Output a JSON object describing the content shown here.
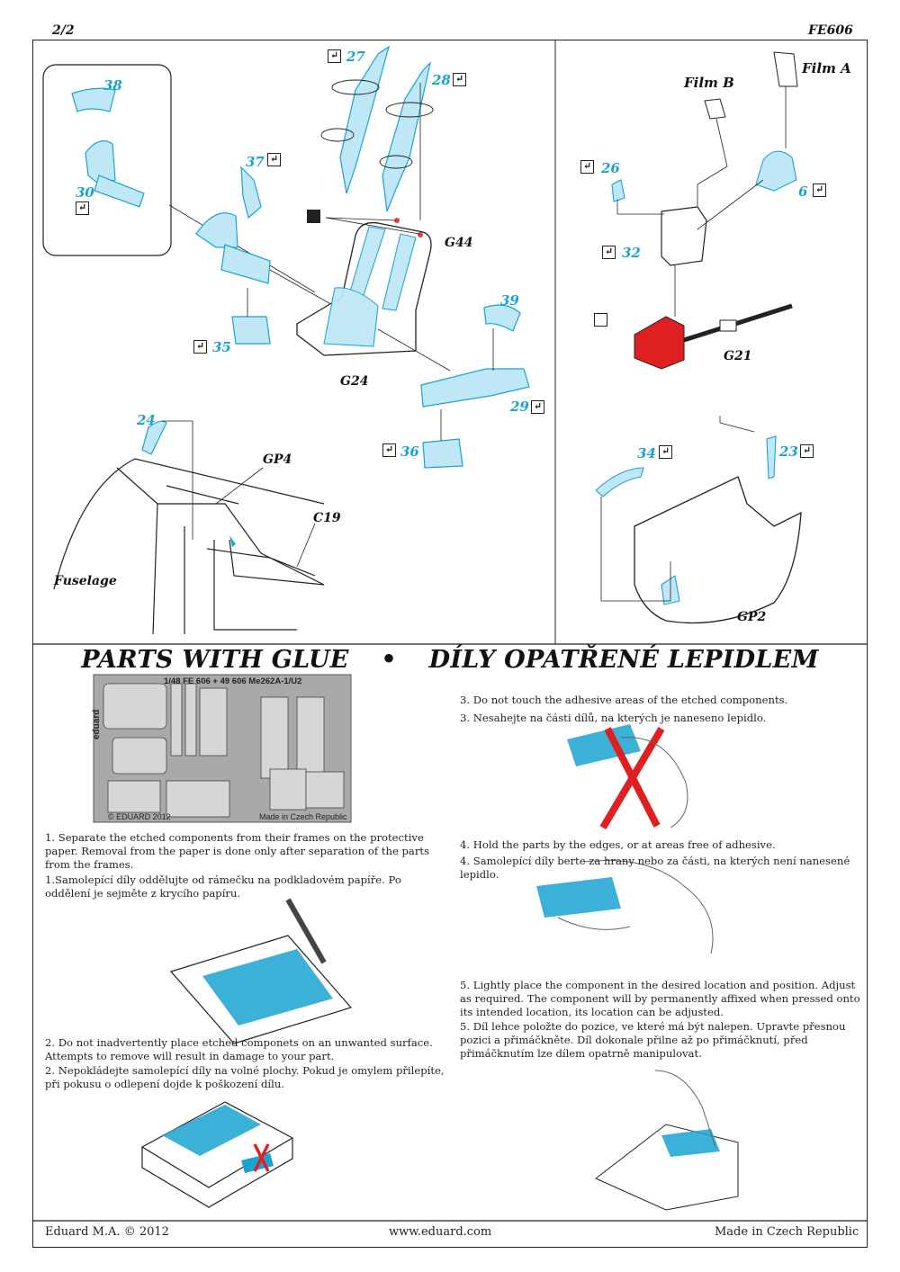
{
  "header": {
    "page": "2/2",
    "code": "FE606"
  },
  "diagram": {
    "parts": [
      "38",
      "30",
      "27",
      "28",
      "37",
      "35",
      "39",
      "29",
      "36",
      "24",
      "26",
      "6",
      "32",
      "34",
      "23"
    ],
    "labels": {
      "film_a": "Film A",
      "film_b": "Film B",
      "g44": "G44",
      "g24": "G24",
      "g21": "G21",
      "gp4": "GP4",
      "c19": "C19",
      "fuselage": "Fuselage",
      "gp2": "GP2"
    }
  },
  "glue_section": {
    "title_en": "PARTS WITH GLUE",
    "separator": "•",
    "title_cz": "DÍLY OPATŘENÉ LEPIDLEM",
    "fret": {
      "header": "1/48    FE 606 + 49 606   Me262A-1/U2",
      "brand": "eduard",
      "copyright": "© EDUARD 2012",
      "made_in": "Made in Czech Republic"
    },
    "steps": [
      {
        "en": "1. Separate the etched components from their frames on the protective paper. Removal from the paper is done only after separation of the parts from the frames.",
        "cz": "1.Samolepící díly oddělujte od rámečku na podkladovém papíře. Po oddělení je sejměte z krycího papíru."
      },
      {
        "en": "2. Do not inadvertently place etched componets on an unwanted surface. Attempts  to remove will result in damage to your part.",
        "cz": "2. Nepokládejte samolepící díly na volné plochy. Pokud je omylem přilepíte, při pokusu o odlepení dojde k poškození dílu."
      },
      {
        "en": "3. Do not touch the adhesive areas of the etched components.",
        "cz": "3. Nesahejte na části dílů, na kterých je naneseno lepidlo."
      },
      {
        "en": "4. Hold the parts by the edges, or at areas free of adhesive.",
        "cz": "4. Samolepící díly berte za hrany nebo za části, na kterých není nanesené lepidlo."
      },
      {
        "en": "5. Lightly place the component in the desired location and position. Adjust as required. The component will by permanently affixed when pressed onto its intended location, its location can be adjusted.",
        "cz": "5. Díl lehce položte do pozice, ve které má být nalepen. Upravte přesnou pozici a přimáčkněte. Díl dokonale přilne až po přimáčknutí, před přimáčknutím lze dílem opatrně manipulovat."
      }
    ]
  },
  "footer": {
    "left": "Eduard M.A. © 2012",
    "center": "www.eduard.com",
    "right": "Made in Czech Republic"
  },
  "colors": {
    "etch_blue": "#1aa3d1",
    "red_part": "#e02020",
    "ink": "#111111"
  }
}
